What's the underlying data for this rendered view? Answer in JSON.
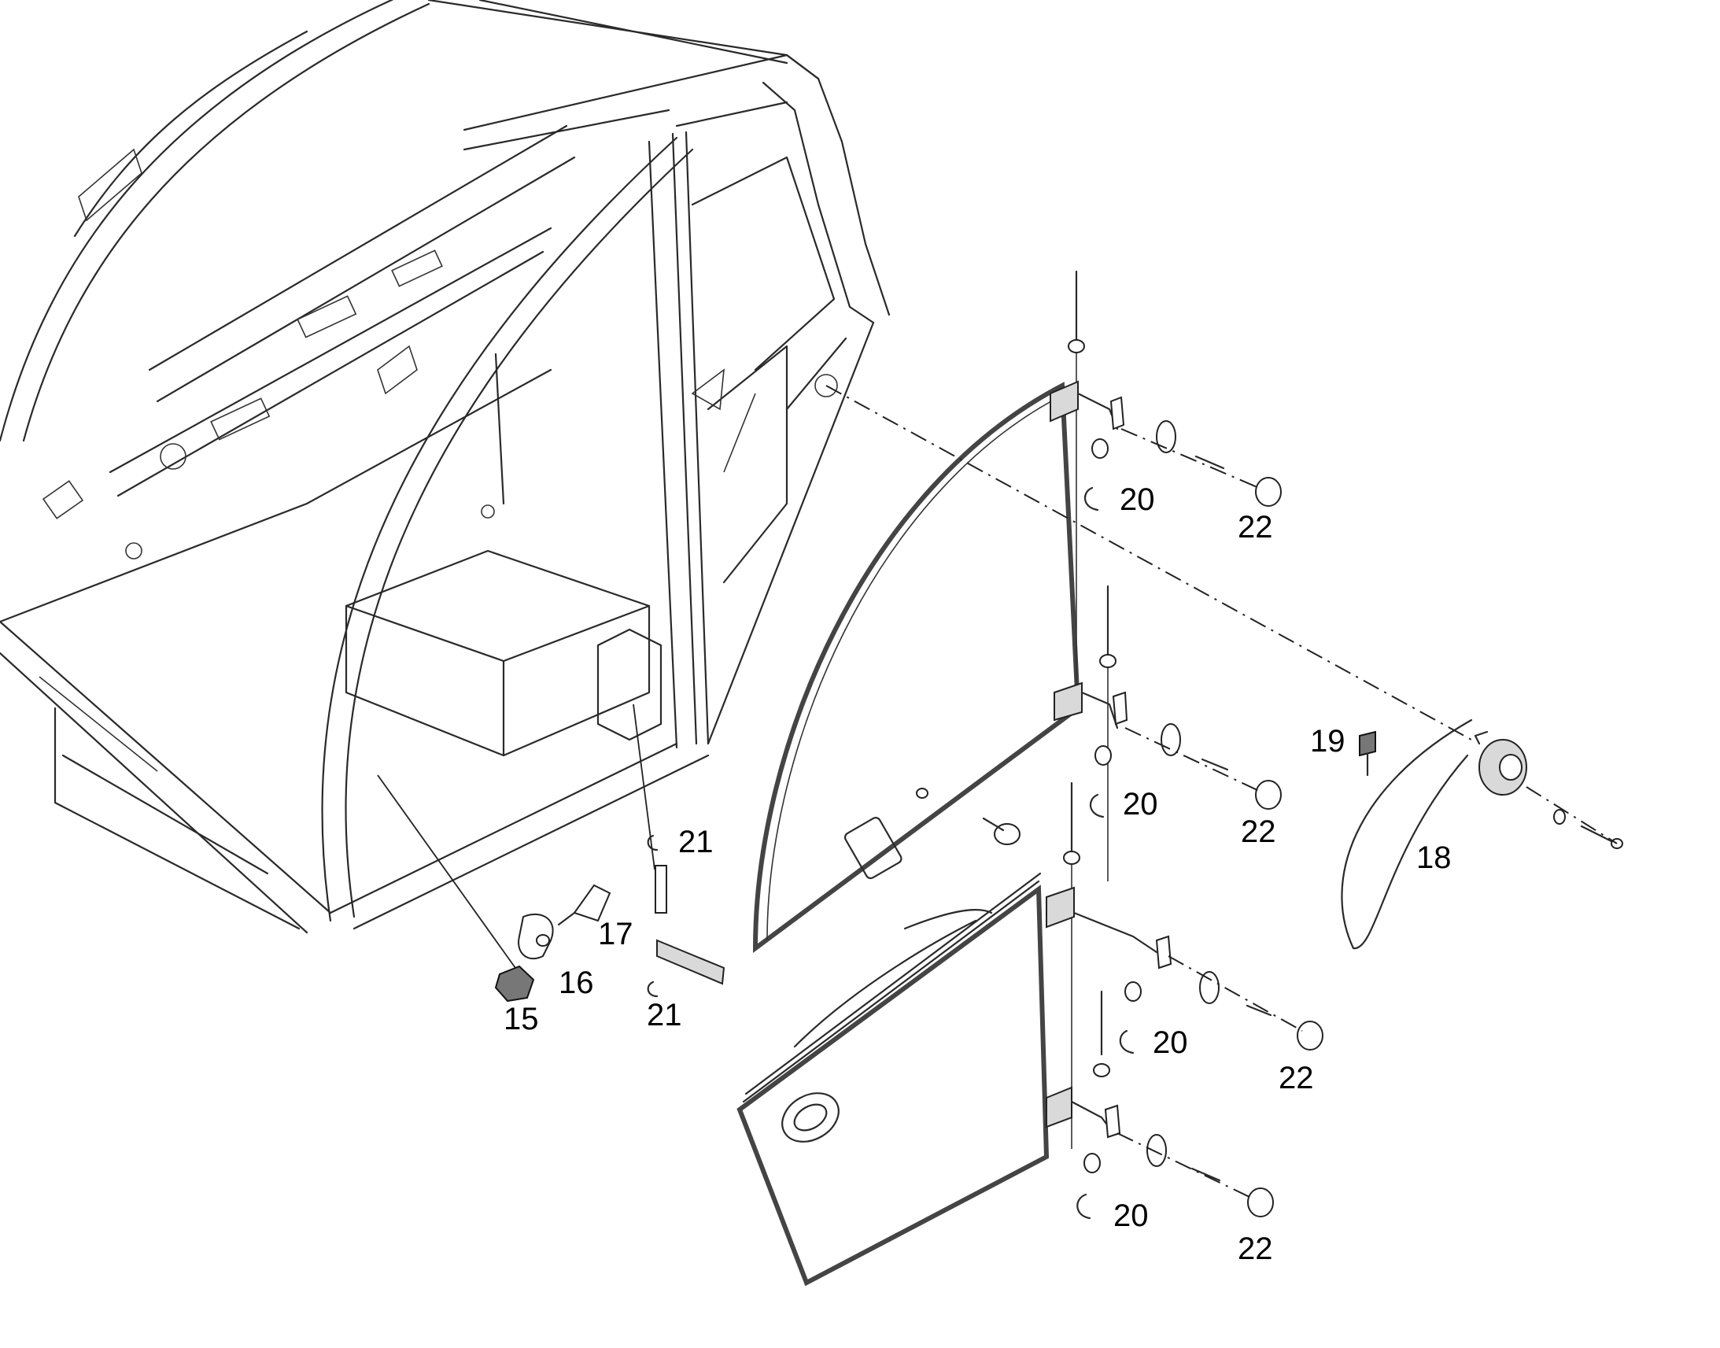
{
  "callouts": {
    "c15": "15",
    "c16": "16",
    "c17": "17",
    "c18": "18",
    "c19": "19",
    "c20a": "20",
    "c20b": "20",
    "c20c": "20",
    "c20d": "20",
    "c21a": "21",
    "c21b": "21",
    "c22a": "22",
    "c22b": "22",
    "c22c": "22",
    "c22d": "22"
  }
}
